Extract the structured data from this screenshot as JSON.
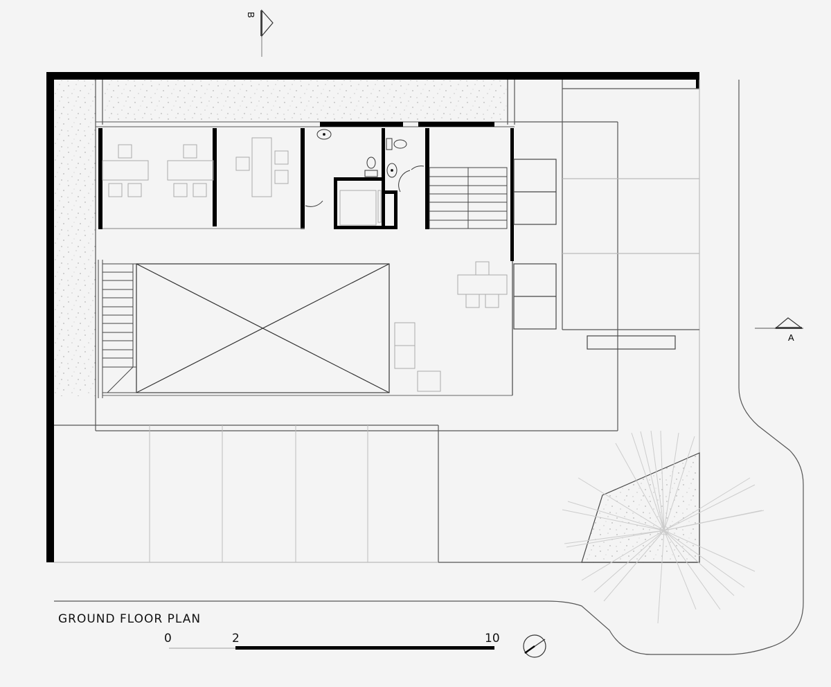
{
  "drawing": {
    "title": "GROUND FLOOR PLAN",
    "scale_bar": {
      "ticks": [
        "0",
        "2",
        "10"
      ],
      "unit_note": ""
    },
    "section_markers": [
      {
        "id": "B",
        "label": "B",
        "orientation": "vertical-top"
      },
      {
        "id": "A",
        "label": "A",
        "orientation": "horizontal-right"
      }
    ],
    "north_arrow": "north-arrow-icon",
    "colors": {
      "background": "#f4f4f4",
      "walls": "#000000",
      "lines": "#444444",
      "light_lines": "#bbbbbb",
      "furniture": "#aaaaaa"
    },
    "rooms": [
      {
        "name": "office-1",
        "furniture": [
          "desk",
          "chair",
          "chair",
          "chair",
          "desk",
          "chair",
          "chair",
          "chair"
        ]
      },
      {
        "name": "meeting-room",
        "furniture": [
          "table",
          "chair",
          "chair",
          "chair"
        ]
      },
      {
        "name": "restroom",
        "fixtures": [
          "sink",
          "toilet",
          "toilet",
          "sink"
        ]
      },
      {
        "name": "elevator"
      },
      {
        "name": "main-stair",
        "steps": 8
      },
      {
        "name": "void-atrium"
      },
      {
        "name": "side-stair",
        "steps": 12
      },
      {
        "name": "lounge",
        "furniture": [
          "table",
          "chair",
          "chair",
          "chair",
          "armchair",
          "armchair",
          "armchair"
        ]
      },
      {
        "name": "parking",
        "bays": 5
      },
      {
        "name": "planter-with-tree"
      }
    ]
  }
}
